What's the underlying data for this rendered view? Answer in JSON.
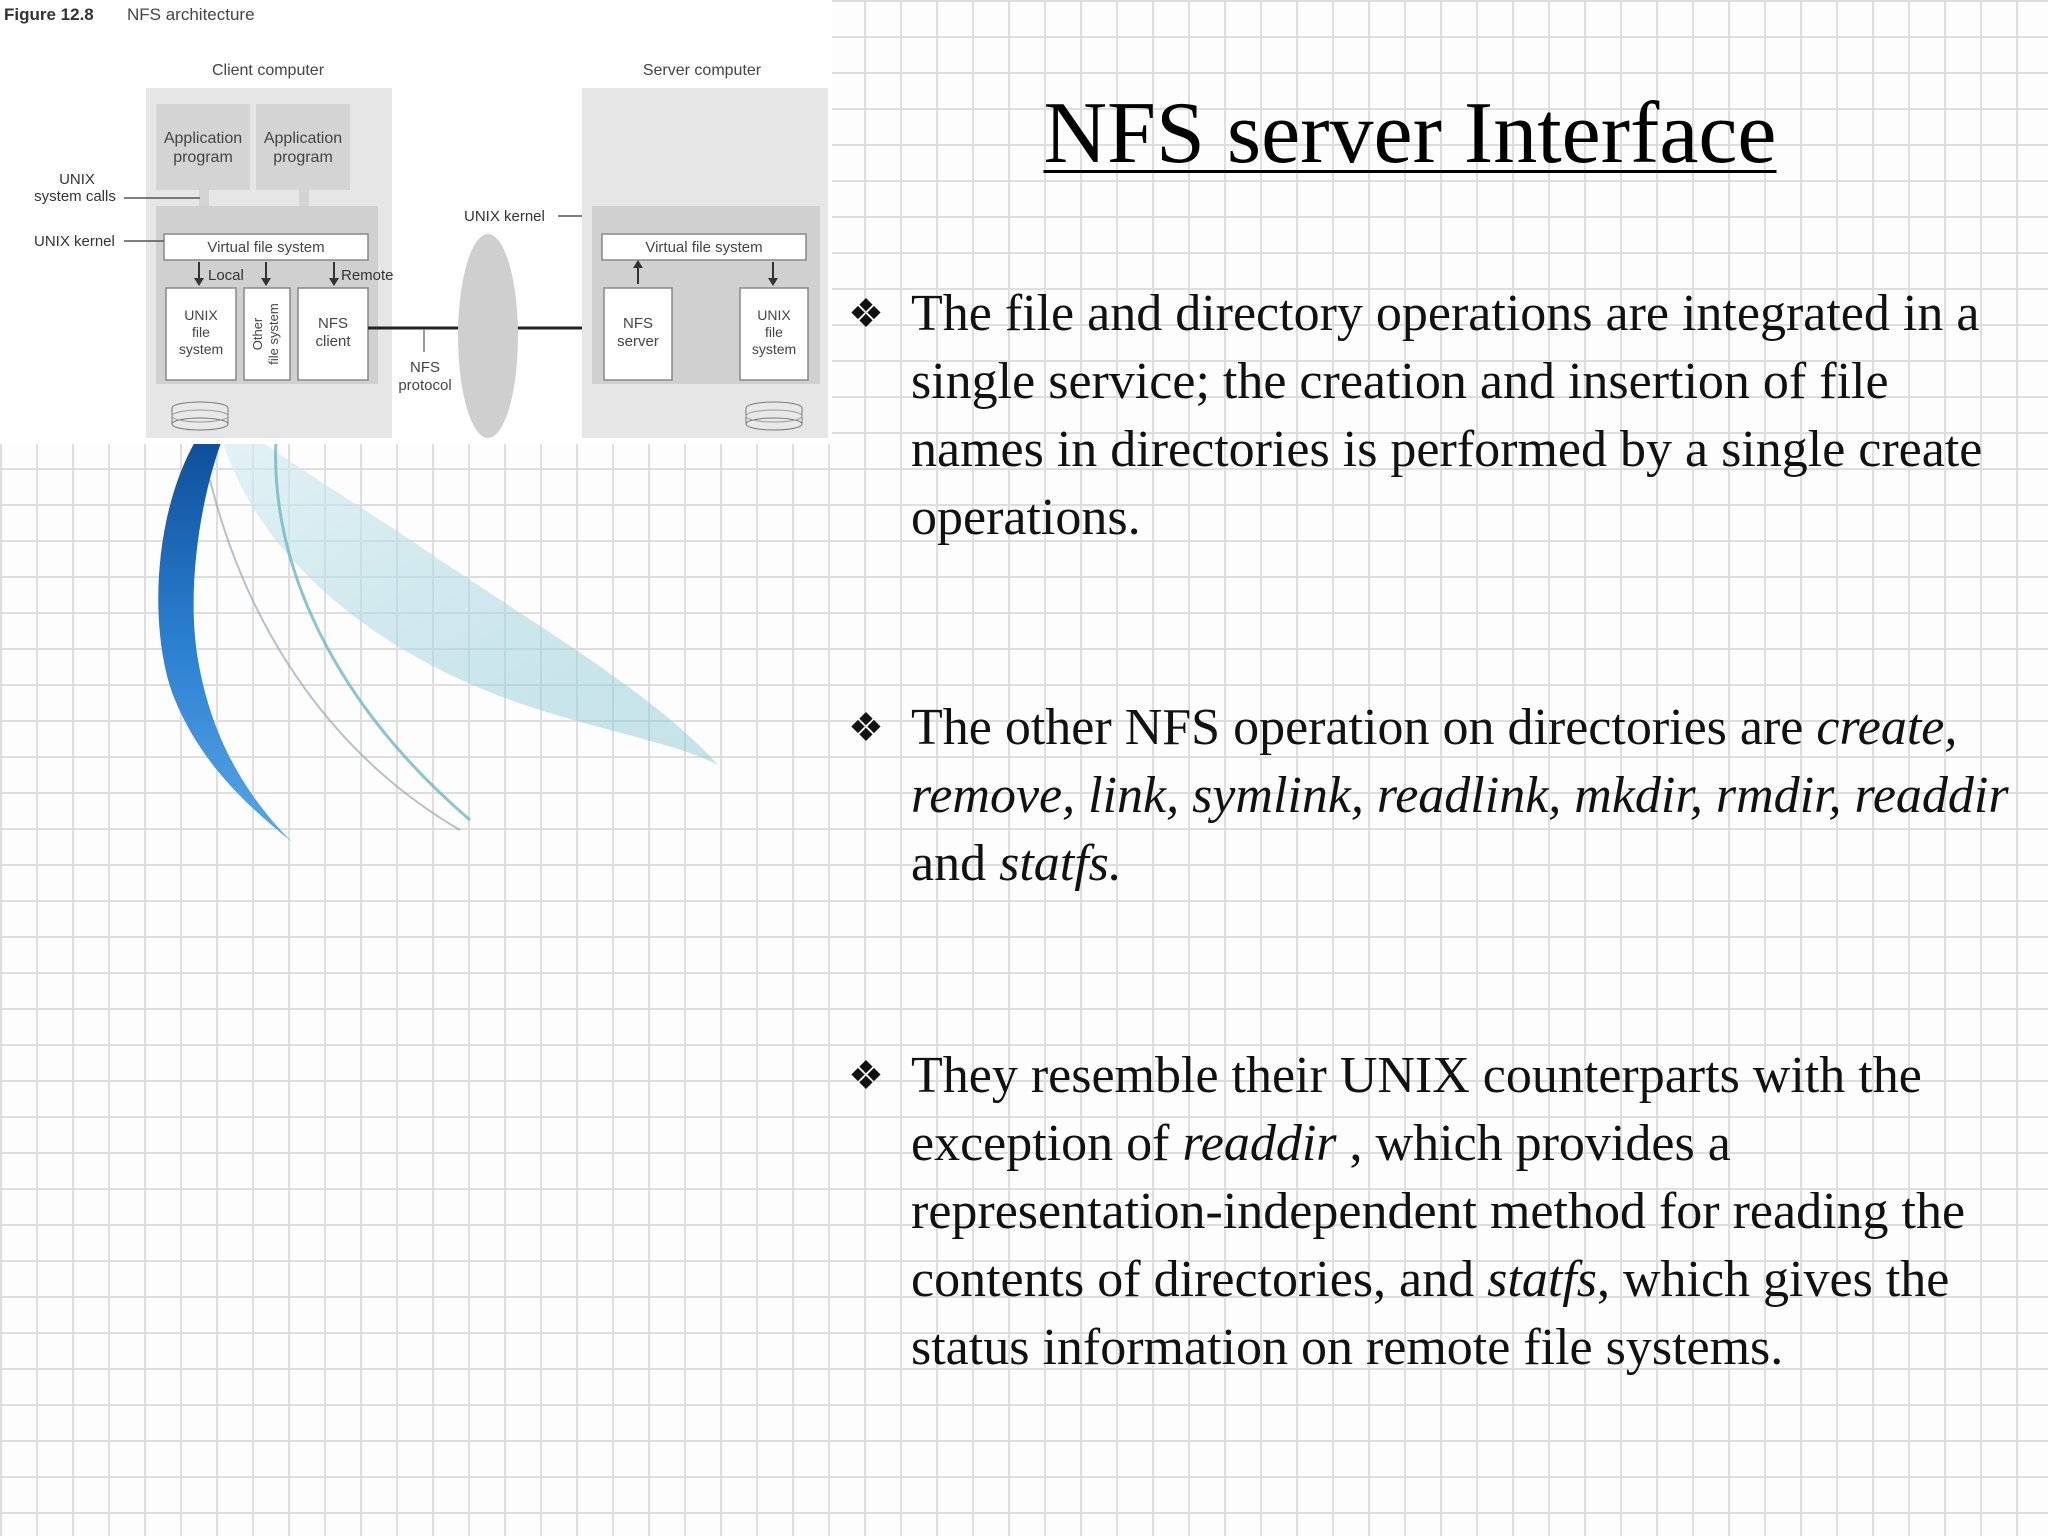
{
  "slide": {
    "title": "NFS server Interface",
    "bullet_symbol": "❖",
    "bullets": [
      {
        "text": "The file and directory operations are integrated in a single service; the creation and insertion of file names in directories is performed by a single create operations."
      },
      {
        "lead": "The other NFS operation on directories are",
        "ops": "create, remove, link, symlink, readlink, mkdir, rmdir, readdir",
        "and": "and",
        "last": "statfs",
        "end": "."
      },
      {
        "t1": "They resemble their UNIX counterparts with the exception of",
        "i1": "readdir",
        "t2": ", which provides a representation-independent method for reading the contents of directories, and",
        "i2": "statfs",
        "t3": ", which gives the status information on remote file systems."
      }
    ]
  },
  "figure": {
    "number": "Figure 12.8",
    "caption": "NFS architecture",
    "client_title": "Client computer",
    "server_title": "Server computer",
    "app1": [
      "Application",
      "program"
    ],
    "app2": [
      "Application",
      "program"
    ],
    "unix_system_calls": [
      "UNIX",
      "system calls"
    ],
    "unix_kernel_left": "UNIX kernel",
    "unix_kernel_mid": "UNIX kernel",
    "vfs_client": "Virtual file system",
    "vfs_server": "Virtual file system",
    "local": "Local",
    "remote": "Remote",
    "unix_fs_client": [
      "UNIX",
      "file",
      "system"
    ],
    "other_fs": [
      "Other",
      "file system"
    ],
    "nfs_client": [
      "NFS",
      "client"
    ],
    "nfs_protocol": [
      "NFS",
      "protocol"
    ],
    "nfs_server": [
      "NFS",
      "server"
    ],
    "unix_fs_server": [
      "UNIX",
      "file",
      "system"
    ]
  }
}
